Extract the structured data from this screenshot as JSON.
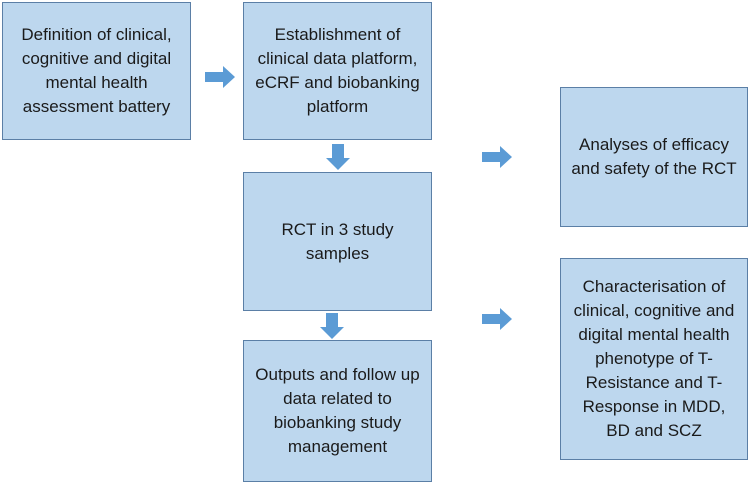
{
  "boxes": {
    "definition": "Definition of clinical, cognitive and digital mental health assessment battery",
    "establishment": "Establishment of clinical data platform, eCRF and biobanking platform",
    "rct": "RCT in 3 study samples",
    "outputs": "Outputs and follow up data related to biobanking study management",
    "analyses": "Analyses of efficacy and safety of the RCT",
    "characterisation": "Characterisation of clinical, cognitive and digital mental health phenotype of T-Resistance and T- Response in MDD, BD and SCZ"
  },
  "colors": {
    "box_fill": "#bdd7ee",
    "box_border": "#5b7fa6",
    "arrow": "#5b9bd5"
  }
}
